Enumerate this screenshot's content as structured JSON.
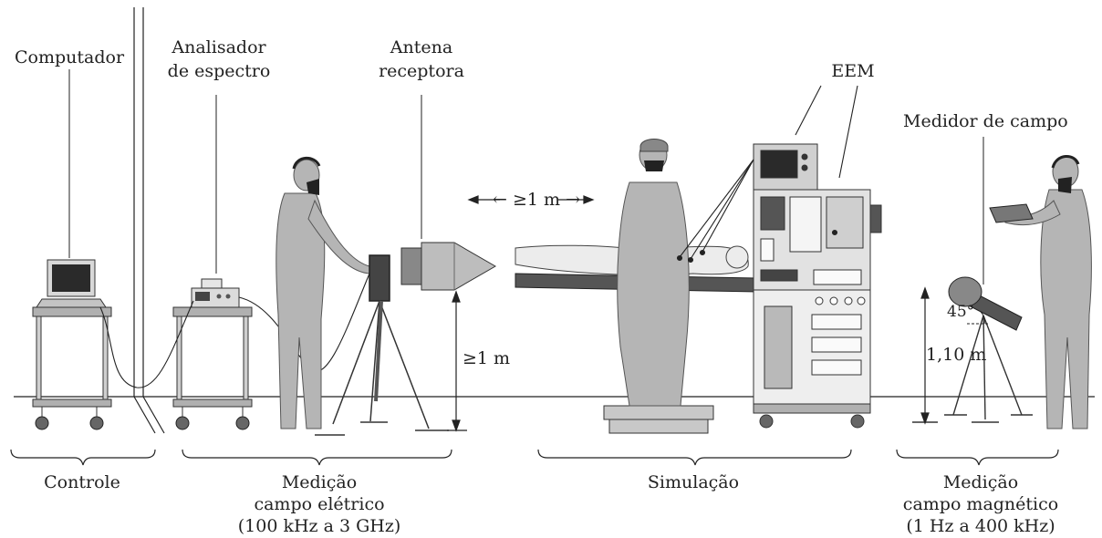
{
  "labels": {
    "computador": "Computador",
    "analisador_l1": "Analisador",
    "analisador_l2": "de espectro",
    "antena_l1": "Antena",
    "antena_l2": "receptora",
    "eem": "EEM",
    "medidor": "Medidor de campo",
    "dist_horizontal": "← ≥1 m →",
    "dist_vertical": "≥1 m",
    "altura": "1,10 m",
    "angulo": "45°"
  },
  "groups": {
    "controle": "Controle",
    "eletrico_l1": "Medição",
    "eletrico_l2": "campo elétrico",
    "eletrico_l3": "(100 kHz a 3 GHz)",
    "simulacao": "Simulação",
    "magnetico_l1": "Medição",
    "magnetico_l2": "campo magnético",
    "magnetico_l3": "(1 Hz a 400 kHz)"
  },
  "colors": {
    "equipment_gray": "#b5b5b5",
    "dark_gray": "#4a4a4a",
    "line": "#222222"
  }
}
